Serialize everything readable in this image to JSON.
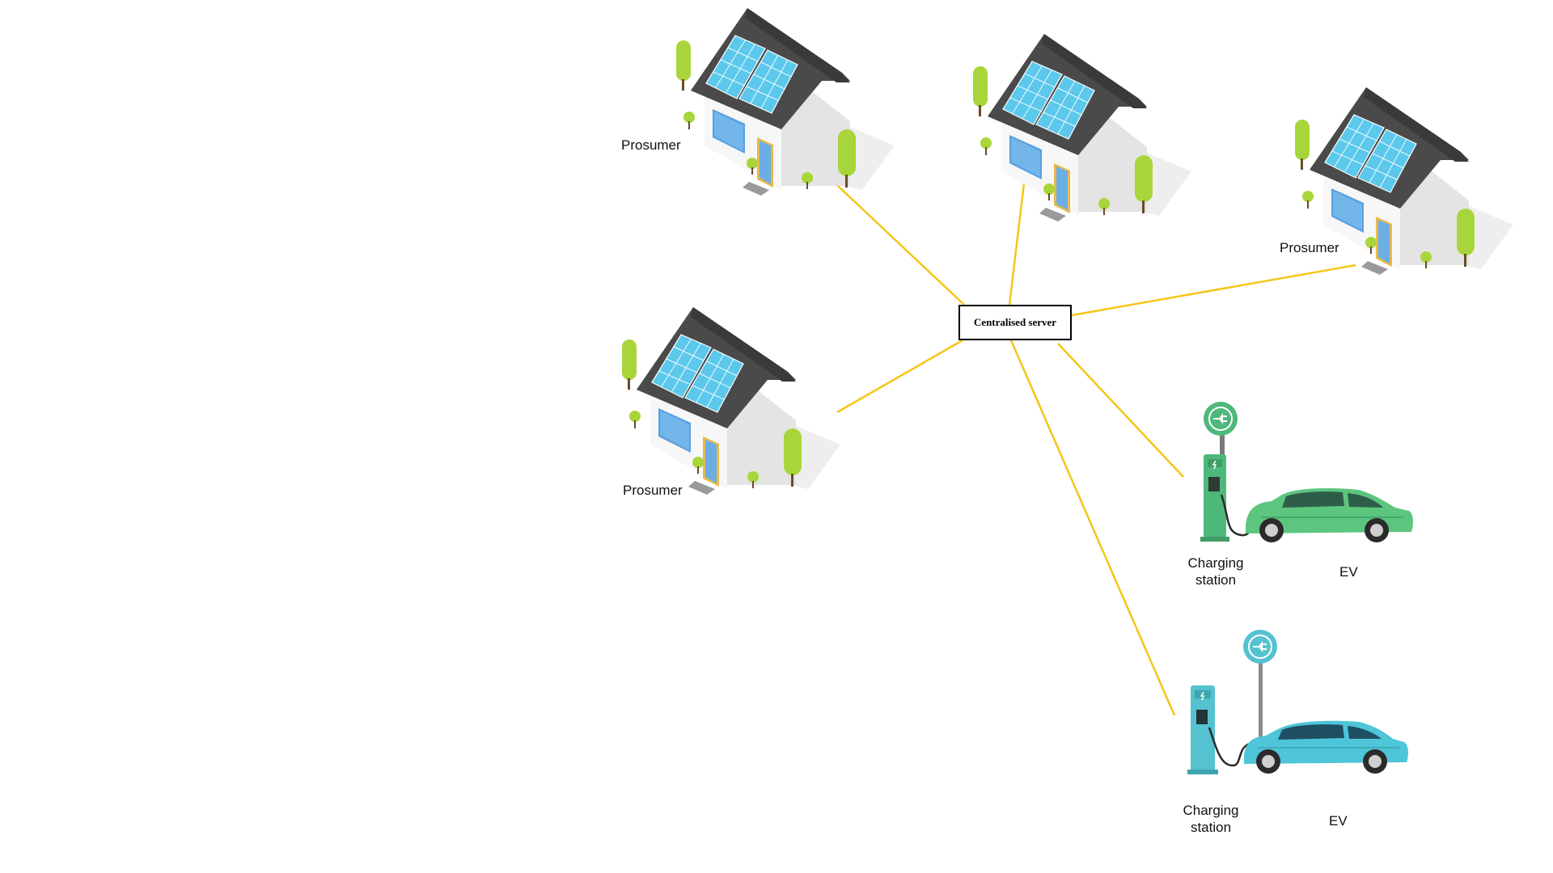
{
  "server": {
    "label": "Centralised server"
  },
  "labels": {
    "prosumer_1": "Prosumer",
    "prosumer_2": "Prosumer",
    "prosumer_3": "Prosumer",
    "station_1": [
      "Charging",
      "station"
    ],
    "ev_1": "EV",
    "station_2": [
      "Charging",
      "station"
    ],
    "ev_2": "EV"
  },
  "colors": {
    "link": "#f5c518",
    "roof": "#4a4a4a",
    "solar_panel": "#5bc8ec",
    "wall": "#f3f3f3",
    "window": "#5aa0e0",
    "tree": "#a8d63a",
    "station_green": "#4db87a",
    "car_green": "#5cc67e",
    "station_blue": "#55c2cf",
    "car_blue": "#4ec5d8"
  },
  "icons": [
    "house-solar-icon",
    "charging-station-icon",
    "electric-car-icon"
  ]
}
